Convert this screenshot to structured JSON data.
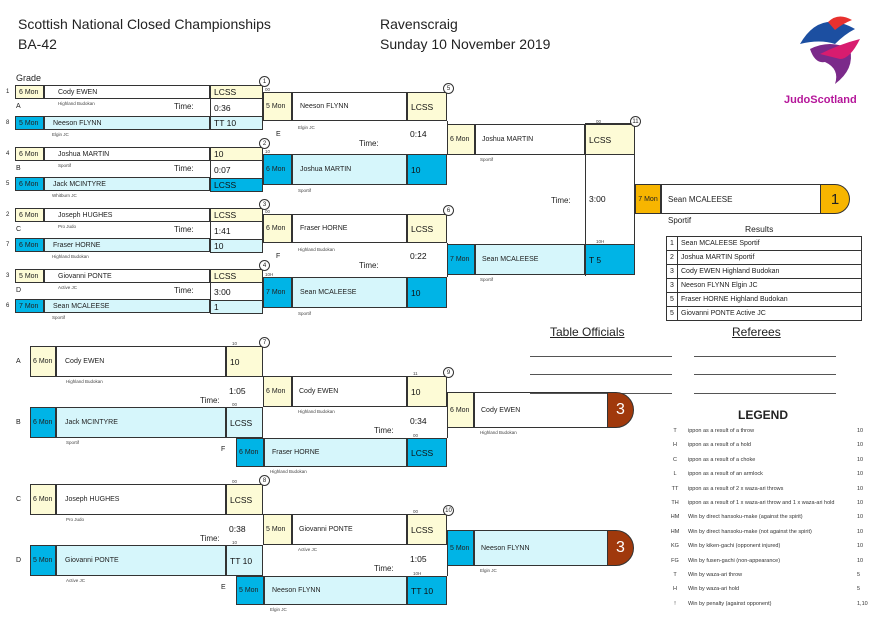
{
  "header": {
    "title": "Scottish National Closed Championships",
    "code": "BA-42",
    "venue": "Ravenscraig",
    "date": "Sunday 10 November 2019",
    "brand": "JudoScotland"
  },
  "grade_label": "Grade",
  "time_label": "Time:",
  "pool_rows": [
    {
      "num": "1",
      "grade": "6 Mon",
      "name": "Cody EWEN",
      "club": "Highland Budokan"
    },
    {
      "num": "8",
      "grade": "5 Mon",
      "name": "Neeson FLYNN",
      "club": "Elgin JC"
    },
    {
      "num": "4",
      "grade": "6 Mon",
      "name": "Joshua MARTIN",
      "club": "Sportif"
    },
    {
      "num": "5",
      "grade": "6 Mon",
      "name": "Jack MCINTYRE",
      "club": "Whitburn JC"
    },
    {
      "num": "2",
      "grade": "6 Mon",
      "name": "Joseph HUGHES",
      "club": "Pro Judo"
    },
    {
      "num": "7",
      "grade": "6 Mon",
      "name": "Fraser HORNE",
      "club": "Highland Budokan"
    },
    {
      "num": "3",
      "grade": "5 Mon",
      "name": "Giovanni PONTE",
      "club": "Active JC"
    },
    {
      "num": "6",
      "grade": "7 Mon",
      "name": "Sean MCALEESE",
      "club": "Sportif"
    }
  ],
  "pool_letters": [
    "A",
    "B",
    "C",
    "D"
  ],
  "r1_scores": [
    {
      "top": "LCSS",
      "bottom": "TT 10",
      "time": "0:36",
      "match": "1"
    },
    {
      "top": "10",
      "bottom": "LCSS",
      "time": "0:07",
      "match": "2"
    },
    {
      "top": "LCSS",
      "bottom": "10",
      "time": "1:41",
      "match": "3"
    },
    {
      "top": "LCSS",
      "bottom": "1",
      "time": "3:00",
      "match": "4"
    }
  ],
  "r2": [
    {
      "grade": "5 Mon",
      "name": "Neeson FLYNN",
      "club": "Elgin JC",
      "score": "LCSS",
      "small": "00"
    },
    {
      "grade": "6 Mon",
      "name": "Joshua MARTIN",
      "club": "Sportif",
      "score": "10",
      "small": "10"
    },
    {
      "grade": "6 Mon",
      "name": "Fraser HORNE",
      "club": "Highland Budokan",
      "score": "LCSS",
      "small": "00"
    },
    {
      "grade": "7 Mon",
      "name": "Sean MCALEESE",
      "club": "Sportif",
      "score": "10",
      "small": "10H"
    }
  ],
  "r2_letters": [
    "E",
    "F"
  ],
  "r2_times": [
    "0:14",
    "0:22"
  ],
  "r2_match": [
    "5",
    "6"
  ],
  "r3": [
    {
      "grade": "6 Mon",
      "name": "Joshua MARTIN",
      "club": "Sportif",
      "score": "LCSS",
      "small": "00"
    },
    {
      "grade": "7 Mon",
      "name": "Sean MCALEESE",
      "club": "Sportif",
      "score": "T 5",
      "small": "10H"
    }
  ],
  "final": {
    "time": "3:00",
    "match": "11",
    "grade": "7 Mon",
    "name": "Sean MCALEESE",
    "club": "Sportif",
    "place": "1"
  },
  "results": {
    "title": "Results",
    "rows": [
      {
        "n": "1",
        "t": "Sean MCALEESE Sportif"
      },
      {
        "n": "2",
        "t": "Joshua MARTIN Sportif"
      },
      {
        "n": "3",
        "t": "Cody EWEN Highland Budokan"
      },
      {
        "n": "3",
        "t": "Neeson FLYNN Elgin JC"
      },
      {
        "n": "5",
        "t": "Fraser HORNE Highland Budokan"
      },
      {
        "n": "5",
        "t": "Giovanni PONTE Active JC"
      }
    ]
  },
  "officials": {
    "table": "Table Officials",
    "referees": "Referees"
  },
  "rep1": {
    "letters": [
      "A",
      "B"
    ],
    "a": {
      "grade": "6 Mon",
      "name": "Cody EWEN",
      "club": "Highland Budokan",
      "score": "10",
      "small": "10"
    },
    "b": {
      "grade": "6 Mon",
      "name": "Jack MCINTYRE",
      "club": "Sportif",
      "score": "LCSS",
      "small": "00"
    },
    "time": "1:05",
    "match": "7",
    "w": {
      "grade": "6 Mon",
      "name": "Cody EWEN",
      "club": "Highland Budokan",
      "score": "10",
      "small": "11"
    },
    "f": {
      "letter": "F",
      "grade": "6 Mon",
      "name": "Fraser HORNE",
      "club": "Highland Budokan",
      "score": "LCSS",
      "small": "00"
    },
    "time2": "0:34",
    "match2": "9",
    "final": {
      "grade": "6 Mon",
      "name": "Cody EWEN",
      "club": "Highland Budokan",
      "place": "3"
    }
  },
  "rep2": {
    "letters": [
      "C",
      "D"
    ],
    "c": {
      "grade": "6 Mon",
      "name": "Joseph HUGHES",
      "club": "Pro Judo",
      "score": "LCSS",
      "small": "00"
    },
    "d": {
      "grade": "5 Mon",
      "name": "Giovanni PONTE",
      "club": "Active JC",
      "score": "TT 10",
      "small": "10"
    },
    "time": "0:38",
    "match": "8",
    "w": {
      "grade": "5 Mon",
      "name": "Giovanni PONTE",
      "club": "Active JC",
      "score": "LCSS",
      "small": "00"
    },
    "e": {
      "letter": "E",
      "grade": "5 Mon",
      "name": "Neeson FLYNN",
      "club": "Elgin JC",
      "score": "TT 10",
      "small": "10H"
    },
    "time2": "1:05",
    "match2": "10",
    "final": {
      "grade": "5 Mon",
      "name": "Neeson FLYNN",
      "club": "Elgin JC",
      "place": "3"
    }
  },
  "legend": {
    "title": "LEGEND",
    "items": [
      {
        "sym": "T",
        "text": "ippon as a result of a throw",
        "pts": "10"
      },
      {
        "sym": "H",
        "text": "ippon as a result of a hold",
        "pts": "10"
      },
      {
        "sym": "C",
        "text": "ippon as a result of a choke",
        "pts": "10"
      },
      {
        "sym": "L",
        "text": "ippon as a result of an armlock",
        "pts": "10"
      },
      {
        "sym": "TT",
        "text": "ippon as a result of 2 x waza-ari throws",
        "pts": "10"
      },
      {
        "sym": "TH",
        "text": "ippon as a result of 1 x waza-ari throw and 1 x waza-ari hold",
        "pts": "10"
      },
      {
        "sym": "HM",
        "text": "Win by direct hansoku-make (against the spirit)",
        "pts": "10"
      },
      {
        "sym": "HM",
        "text": "Win by direct hansoku-make (not against the spirit)",
        "pts": "10"
      },
      {
        "sym": "KG",
        "text": "Win by kiken-gachi (opponent injured)",
        "pts": "10"
      },
      {
        "sym": "FG",
        "text": "Win by fusen-gachi (non-appearance)",
        "pts": "10"
      },
      {
        "sym": "T",
        "text": "Win by waza-ari throw",
        "pts": "5"
      },
      {
        "sym": "H",
        "text": "Win by waza-ari hold",
        "pts": "5"
      },
      {
        "sym": "!",
        "text": "Win by penalty (against opponent)",
        "pts": "1,10"
      }
    ]
  },
  "colors": {
    "gold": "#f7b500",
    "cyan": "#00b4e6",
    "bronze": "#a0390c",
    "yellow_box": "#fdfbd6",
    "blue_box": "#d6f6fb"
  }
}
